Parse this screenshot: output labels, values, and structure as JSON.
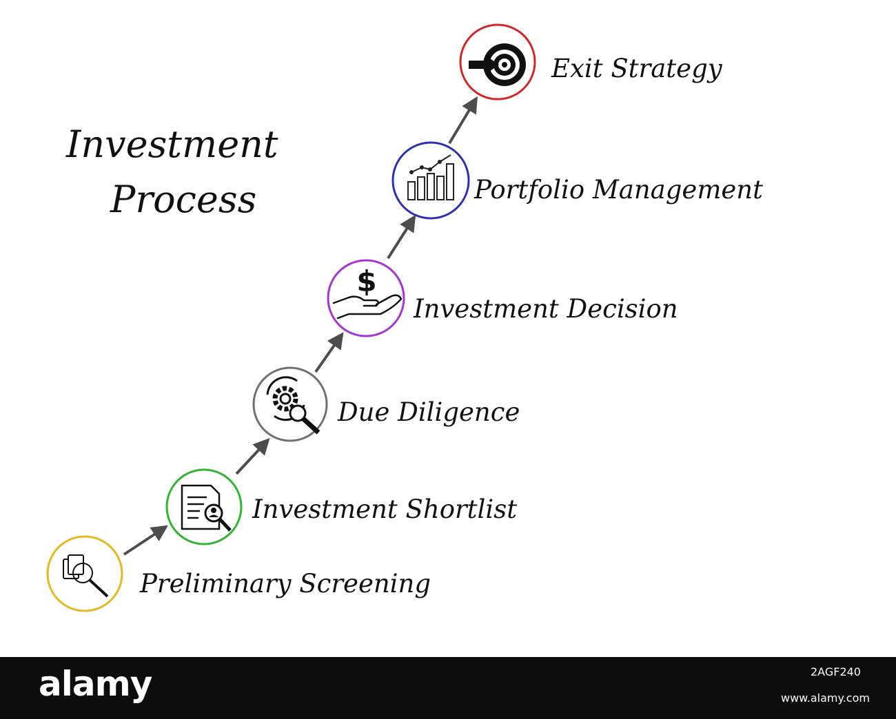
{
  "title": {
    "line1": "Investment",
    "line2": "Process"
  },
  "steps": [
    {
      "label": "Preliminary Screening",
      "icon": "document-search-icon",
      "color": "#e5b81e"
    },
    {
      "label": "Investment Shortlist",
      "icon": "profile-document-search-icon",
      "color": "#2fb52f"
    },
    {
      "label": "Due Diligence",
      "icon": "gear-magnifier-icon",
      "color": "#6f6f6f"
    },
    {
      "label": "Investment  Decision",
      "icon": "money-hand-icon",
      "color": "#a633d6"
    },
    {
      "label": "Portfolio Management",
      "icon": "growth-chart-icon",
      "color": "#2a2fb3"
    },
    {
      "label": "Exit Strategy",
      "icon": "target-arrow-icon",
      "color": "#d62323"
    }
  ],
  "arrow_color": "#4d4d4d",
  "footer": {
    "logo": "alamy",
    "image_id": "2AGF240",
    "site": "www.alamy.com"
  }
}
